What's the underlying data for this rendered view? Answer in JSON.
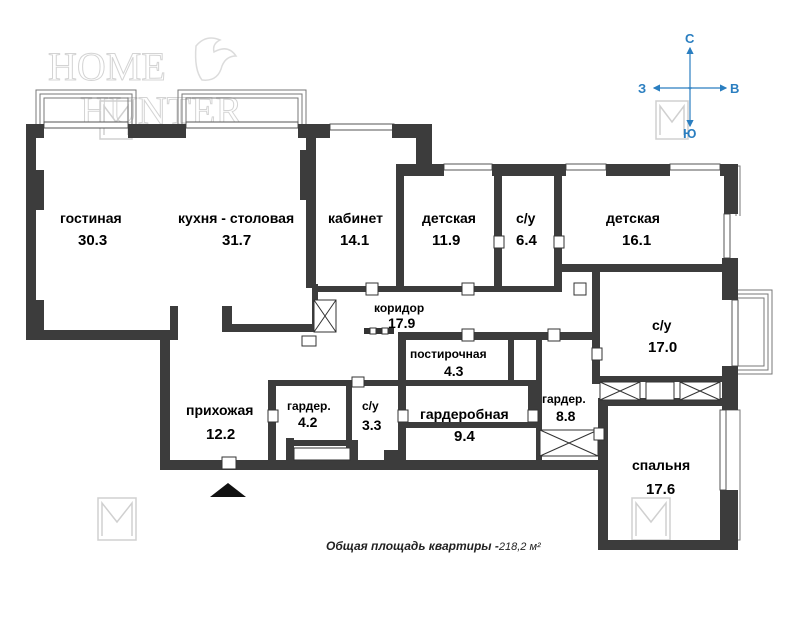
{
  "watermark": {
    "line1": "HOME",
    "line2": "HUNTER"
  },
  "compass": {
    "north": "С",
    "south": "Ю",
    "west": "З",
    "east": "В"
  },
  "rooms": {
    "living": {
      "label": "гостиная",
      "area": "30.3"
    },
    "kitchen": {
      "label": "кухня - столовая",
      "area": "31.7"
    },
    "study": {
      "label": "кабинет",
      "area": "14.1"
    },
    "kids1": {
      "label": "детская",
      "area": "11.9"
    },
    "bath1": {
      "label": "с/у",
      "area": "6.4"
    },
    "kids2": {
      "label": "детская",
      "area": "16.1"
    },
    "corridor": {
      "label": "коридор",
      "area": "17.9"
    },
    "bath_big": {
      "label": "с/у",
      "area": "17.0"
    },
    "laundry": {
      "label": "постирочная",
      "area": "4.3"
    },
    "hall": {
      "label": "прихожая",
      "area": "12.2"
    },
    "closet1": {
      "label": "гардер.",
      "area": "4.2"
    },
    "bath_small": {
      "label": "с/у",
      "area": "3.3"
    },
    "wardrobe": {
      "label": "гардеробная",
      "area": "9.4"
    },
    "closet2": {
      "label": "гардер.",
      "area": "8.8"
    },
    "bedroom": {
      "label": "спальня",
      "area": "17.6"
    }
  },
  "total": {
    "label": "Общая площадь квартиры -",
    "value": "218,2 м²"
  }
}
